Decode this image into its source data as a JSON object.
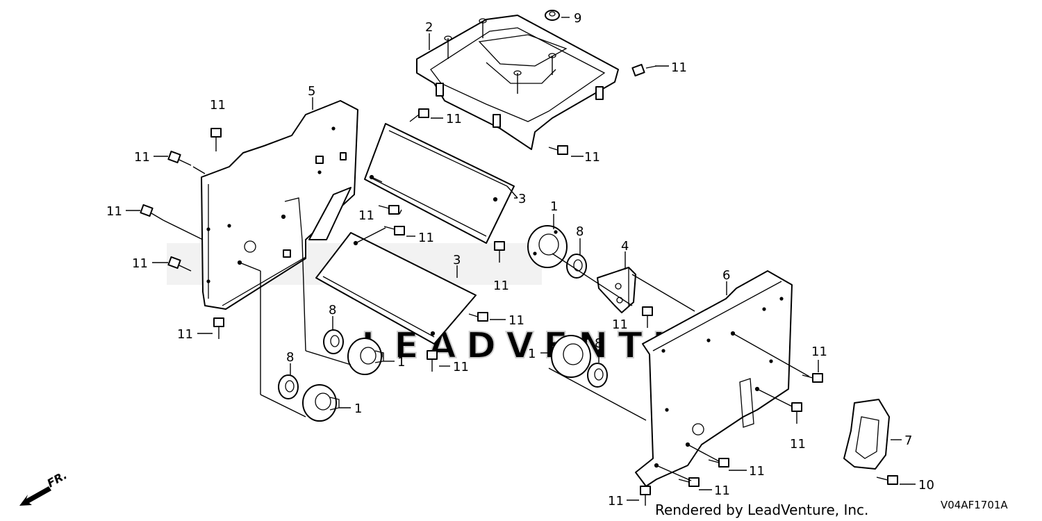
{
  "diagram": {
    "code": "V04AF1701A",
    "credit": "Rendered by LeadVenture, Inc.",
    "front_label": "FR.",
    "watermark": "LEADVENTURE",
    "callouts": [
      {
        "id": "c2",
        "label": "2"
      },
      {
        "id": "c9",
        "label": "9"
      },
      {
        "id": "c11a",
        "label": "11"
      },
      {
        "id": "c5",
        "label": "5"
      },
      {
        "id": "c11b",
        "label": "11"
      },
      {
        "id": "c11c",
        "label": "11"
      },
      {
        "id": "c11d",
        "label": "11"
      },
      {
        "id": "c11e",
        "label": "11"
      },
      {
        "id": "c11f",
        "label": "11"
      },
      {
        "id": "c11g",
        "label": "11"
      },
      {
        "id": "c3a",
        "label": "3"
      },
      {
        "id": "c11h",
        "label": "11"
      },
      {
        "id": "c11i",
        "label": "11"
      },
      {
        "id": "c1a",
        "label": "1"
      },
      {
        "id": "c8a",
        "label": "8"
      },
      {
        "id": "c4",
        "label": "4"
      },
      {
        "id": "c11j",
        "label": "11"
      },
      {
        "id": "c11k",
        "label": "11"
      },
      {
        "id": "c3b",
        "label": "3"
      },
      {
        "id": "c6",
        "label": "6"
      },
      {
        "id": "c11l",
        "label": "11"
      },
      {
        "id": "c11m",
        "label": "11"
      },
      {
        "id": "c8b",
        "label": "8"
      },
      {
        "id": "c1b",
        "label": "1"
      },
      {
        "id": "c11n",
        "label": "11"
      },
      {
        "id": "c1c",
        "label": "1"
      },
      {
        "id": "c8c",
        "label": "8"
      },
      {
        "id": "c8d",
        "label": "8"
      },
      {
        "id": "c1d",
        "label": "1"
      },
      {
        "id": "c11o",
        "label": "11"
      },
      {
        "id": "c11p",
        "label": "11"
      },
      {
        "id": "c7",
        "label": "7"
      },
      {
        "id": "c11q",
        "label": "11"
      },
      {
        "id": "c11r",
        "label": "11"
      },
      {
        "id": "c10",
        "label": "10"
      },
      {
        "id": "c11s",
        "label": "11"
      }
    ]
  }
}
